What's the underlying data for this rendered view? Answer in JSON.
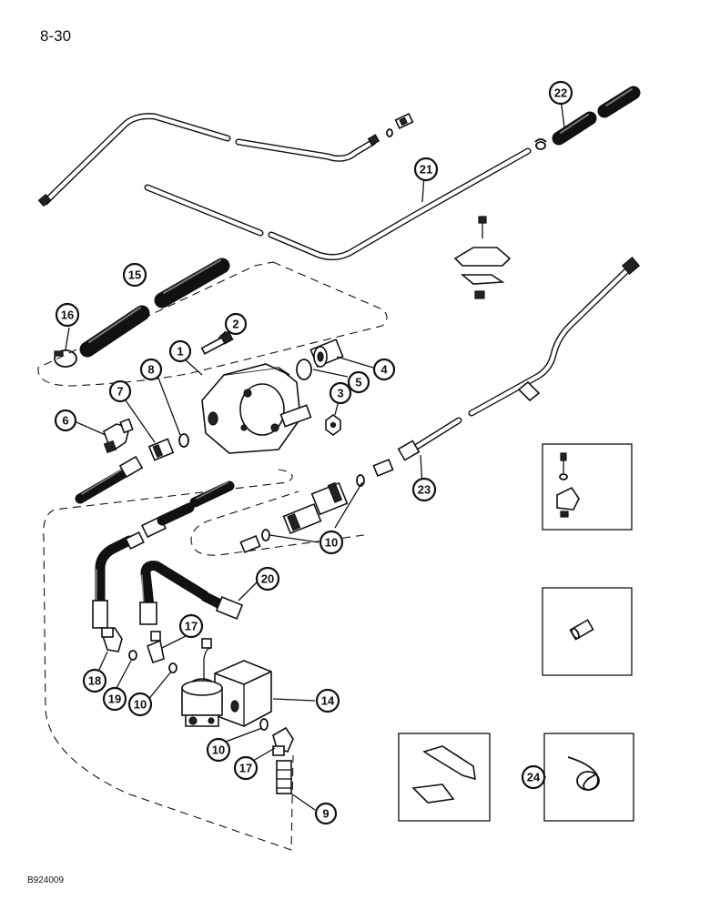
{
  "page": {
    "number": "8-30",
    "figure_code": "B924009"
  },
  "callouts": [
    {
      "id": "c1",
      "label": "1"
    },
    {
      "id": "c2",
      "label": "2"
    },
    {
      "id": "c3",
      "label": "3"
    },
    {
      "id": "c4",
      "label": "4"
    },
    {
      "id": "c5",
      "label": "5"
    },
    {
      "id": "c6",
      "label": "6"
    },
    {
      "id": "c7",
      "label": "7"
    },
    {
      "id": "c8",
      "label": "8"
    },
    {
      "id": "c9",
      "label": "9"
    },
    {
      "id": "c10a",
      "label": "10"
    },
    {
      "id": "c10b",
      "label": "10"
    },
    {
      "id": "c10c",
      "label": "10"
    },
    {
      "id": "c14",
      "label": "14"
    },
    {
      "id": "c15",
      "label": "15"
    },
    {
      "id": "c16",
      "label": "16"
    },
    {
      "id": "c17a",
      "label": "17"
    },
    {
      "id": "c17b",
      "label": "17"
    },
    {
      "id": "c18",
      "label": "18"
    },
    {
      "id": "c19",
      "label": "19"
    },
    {
      "id": "c20",
      "label": "20"
    },
    {
      "id": "c21",
      "label": "21"
    },
    {
      "id": "c22",
      "label": "22"
    },
    {
      "id": "c23",
      "label": "23"
    },
    {
      "id": "c24",
      "label": "24"
    }
  ]
}
